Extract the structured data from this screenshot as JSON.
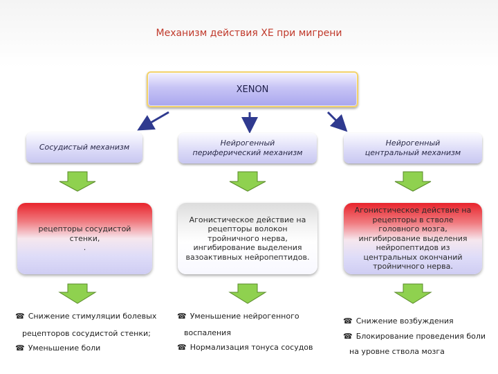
{
  "title": "Механизм действия ХЕ при мигрени",
  "root": {
    "label": "XENON"
  },
  "mechanisms": [
    {
      "lines": [
        "Сосудистый механизм"
      ]
    },
    {
      "lines": [
        "Нейрогенный",
        "периферический механизм"
      ]
    },
    {
      "lines": [
        "Нейрогенный",
        "центральный механизм"
      ]
    }
  ],
  "details": [
    {
      "lines": [
        "рецепторы сосудистой",
        "стенки,",
        "."
      ]
    },
    {
      "lines": [
        "Агонистическое действие на",
        "рецепторы волокон",
        "тройничного нерва,",
        "ингибирование выделения",
        "вазоактивных нейропептидов."
      ]
    },
    {
      "lines": [
        "Агонистическое действие на",
        "рецепторы в стволе",
        "головного мозга,",
        "ингибирование выделения",
        "нейропептидов из",
        "центральных окончаний",
        "тройничного нерва."
      ]
    }
  ],
  "outcomes": {
    "col1": [
      "Снижение стимуляции болевых",
      "рецепторов сосудистой стенки;",
      "Уменьшение боли"
    ],
    "col2": [
      "Уменьшение нейрогенного",
      "воспаления",
      "Нормализация тонуса сосудов"
    ],
    "col3": [
      "Снижение возбуждения",
      "Блокирование проведения боли",
      "на уровне ствола мозга"
    ]
  },
  "colors": {
    "title": "#c0392b",
    "chevron": "#8fd14f",
    "arrow": "#2f3a8f"
  },
  "icons": {
    "bullet": "phone-icon",
    "connector": "arrow-icon",
    "step": "chevron-down-icon"
  }
}
